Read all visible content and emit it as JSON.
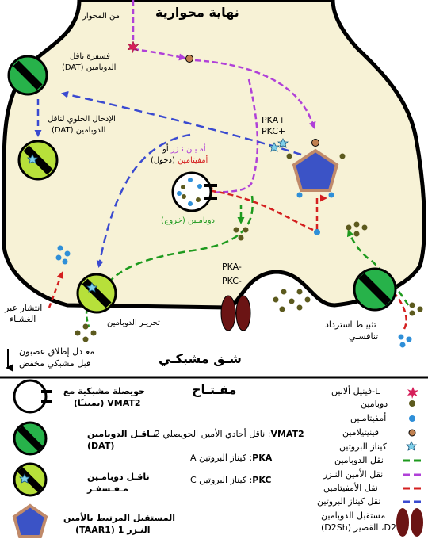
{
  "title_top": "نهاية محوارية",
  "title_cleft": "شـق مشبكـي",
  "legend_title": "مفـتـاح",
  "labels": {
    "from_axon": "من المحوار",
    "dat_phos_1": "فسفرة ناقل",
    "dat_phos_2": "الدوبامين (DAT)",
    "internal_1": "الإدخال الخلوي لناقل",
    "internal_2": "الدوبامين (DAT)",
    "pka_pkc_1": "PKA+",
    "pka_pkc_2": "PKC+",
    "efflux_1a": "أمـيـن نـزر",
    "efflux_1b": " أو",
    "efflux_2a": "أمفيتامين",
    "efflux_2b": " (دخول)",
    "dopamine_out": "دوبامـين (خروج)",
    "diffusion_1": "انتشار عبر",
    "diffusion_2": "الغشـاء",
    "release": "تحريـر الدوبامين",
    "pka_pkc_neg_1": "PKA-",
    "pka_pkc_neg_2": "PKC-",
    "reuptake_1": "تثبيـط استرداد",
    "reuptake_2": "تنافسـي",
    "rate_1": "معـدل إطلاق عصبون",
    "rate_2": "قبل مشبكي مخفض"
  },
  "legend_left": [
    {
      "name": "vesicle",
      "line1": "حويصلة مشبكية مع",
      "line2": "VMAT2 (يمينـًا)"
    },
    {
      "name": "dat",
      "line1": "نـاقـل الدوبامين",
      "line2": "(DAT)"
    },
    {
      "name": "dat-phos",
      "line1": "ناقـل دوبامـين",
      "line2": "مـفـسفـر"
    },
    {
      "name": "taar1",
      "line1": "المستقبل المرتبط بالأمين",
      "line2": "النـزر 1 (TAAR1)"
    }
  ],
  "legend_mid": [
    {
      "abbr": "VMAT2",
      "text": ": ناقل أحادي الأمين الحويصلي 2"
    },
    {
      "abbr": "PKA",
      "text": ": كيناز البروتين A"
    },
    {
      "abbr": "PKC",
      "text": ": كيناز البروتين C"
    }
  ],
  "legend_right": [
    {
      "name": "l-phe",
      "label": "L-فينيل ألانين"
    },
    {
      "name": "dopamine",
      "label": "دوبامين"
    },
    {
      "name": "amphetamine",
      "label": "أمفيتامـين"
    },
    {
      "name": "phenethylamine",
      "label": "فينيثيلامين"
    },
    {
      "name": "protein-kinase",
      "label": "كيناز البروتين"
    },
    {
      "name": "dopamine-transport",
      "label": "نقل الدوبامين"
    },
    {
      "name": "trace-amine-transport",
      "label": "نقل الأمين النـزر"
    },
    {
      "name": "amphetamine-transport",
      "label": "نقل الأمفيتامين"
    },
    {
      "name": "kinase-transport",
      "label": "نقل كيناز البروتين"
    },
    {
      "name": "d2-receptor",
      "label": "مستقبل الدوبامين",
      "label2": "D2، القصير (D2Sh)"
    }
  ],
  "colors": {
    "dopamine": "#5c5a1e",
    "amphetamine": "#2f8fd8",
    "phenethylamine": "#c08050",
    "l_phe": "#d61f5a",
    "dat_green": "#27b24a",
    "dat_phos_green": "#b7e03a",
    "taar1_blue": "#3b53c6",
    "taar1_border": "#c08a6a",
    "dopamine_arrow": "#1e9a1e",
    "trace_arrow": "#b040d8",
    "amph_arrow": "#d42020",
    "kinase_arrow": "#3a4ad0",
    "d2_red": "#6b1414",
    "cell_fill": "#f7f2d6"
  }
}
